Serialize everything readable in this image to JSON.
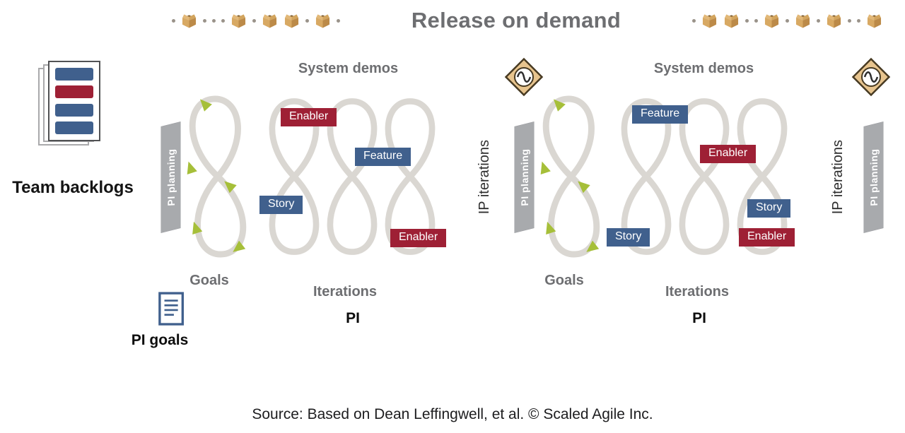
{
  "title": "Release on demand",
  "labels": {
    "team_backlogs": "Team backlogs",
    "pi_goals": "PI goals"
  },
  "source": "Source: Based on Dean Leffingwell, et al. © Scaled Agile Inc.",
  "decorations": {
    "left_pattern": [
      "dot",
      "box",
      "dot",
      "dot",
      "dot",
      "box",
      "dot",
      "box",
      "box",
      "dot",
      "box",
      "dot"
    ],
    "right_pattern": [
      "dot",
      "box",
      "box",
      "dot",
      "dot",
      "box",
      "dot",
      "box",
      "dot",
      "box",
      "dot",
      "dot",
      "box"
    ]
  },
  "colors": {
    "title_gray": "#6d6e71",
    "tag_blue": "#40608d",
    "tag_red": "#9e2035",
    "loop_gray": "#dad7d2",
    "arrow_green": "#a6bf39",
    "banner_gray": "#a8aaad",
    "box_tan": "#d8a963"
  },
  "sections": [
    {
      "system_demos": "System demos",
      "pi_planning": "PI planning",
      "goals": "Goals",
      "iterations_label": "Iterations",
      "pi_label": "PI",
      "ip_iterations": "IP iterations",
      "tags": [
        {
          "text": "Enabler",
          "type": "red"
        },
        {
          "text": "Feature",
          "type": "blue"
        },
        {
          "text": "Story",
          "type": "blue"
        },
        {
          "text": "Enabler",
          "type": "red"
        }
      ]
    },
    {
      "system_demos": "System demos",
      "pi_planning": "PI planning",
      "goals": "Goals",
      "iterations_label": "Iterations",
      "pi_label": "PI",
      "ip_iterations": "IP iterations",
      "pi_planning_right": "PI planning",
      "tags": [
        {
          "text": "Feature",
          "type": "blue"
        },
        {
          "text": "Enabler",
          "type": "red"
        },
        {
          "text": "Story",
          "type": "blue"
        },
        {
          "text": "Story",
          "type": "blue"
        },
        {
          "text": "Enabler",
          "type": "red"
        }
      ]
    }
  ]
}
